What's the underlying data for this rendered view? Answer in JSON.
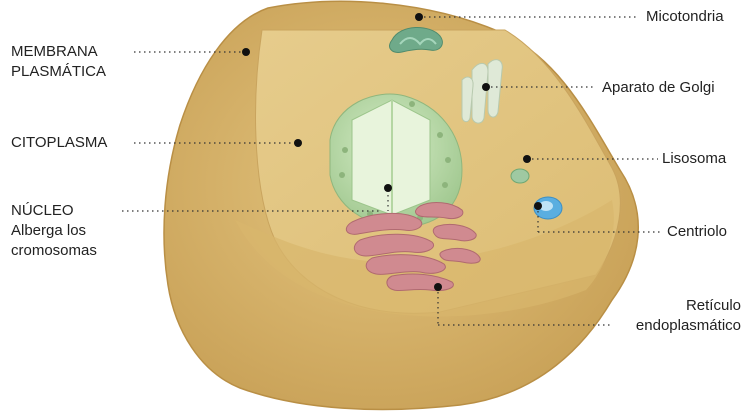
{
  "labels": {
    "membrana_line1": "MEMBRANA",
    "membrana_line2": "PLASMÁTICA",
    "citoplasma": "CITOPLASMA",
    "nucleo": "NÚCLEO",
    "nucleo_sub1": "Alberga los",
    "nucleo_sub2": "cromosomas",
    "micotondria": "Micotondria",
    "golgi": "Aparato de Golgi",
    "lisosoma": "Lisosoma",
    "centriolo": "Centriolo",
    "reticulo_line1": "Retículo",
    "reticulo_line2": "endoplasmático"
  },
  "colors": {
    "cell_outer": "#d9b56b",
    "cell_cut": "#e8cf8f",
    "nucleus": "#b8d9a8",
    "reticulum": "#c97c82",
    "centriole": "#5aaee0",
    "leader": "#333333",
    "dot": "#111111"
  }
}
